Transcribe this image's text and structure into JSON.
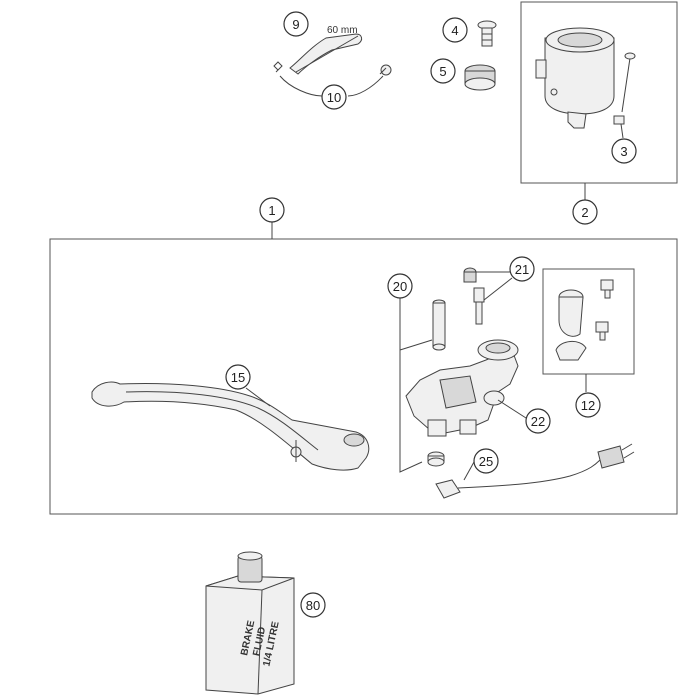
{
  "callouts": {
    "c1": "1",
    "c2": "2",
    "c3": "3",
    "c4": "4",
    "c5": "5",
    "c9": "9",
    "c10": "10",
    "c12": "12",
    "c15": "15",
    "c20": "20",
    "c21": "21",
    "c22": "22",
    "c25": "25",
    "c80": "80"
  },
  "hose_length": "60 mm",
  "bottle_label": {
    "line1": "BRAKE",
    "line2": "FLUID",
    "line3": "1/4 LITRE"
  }
}
